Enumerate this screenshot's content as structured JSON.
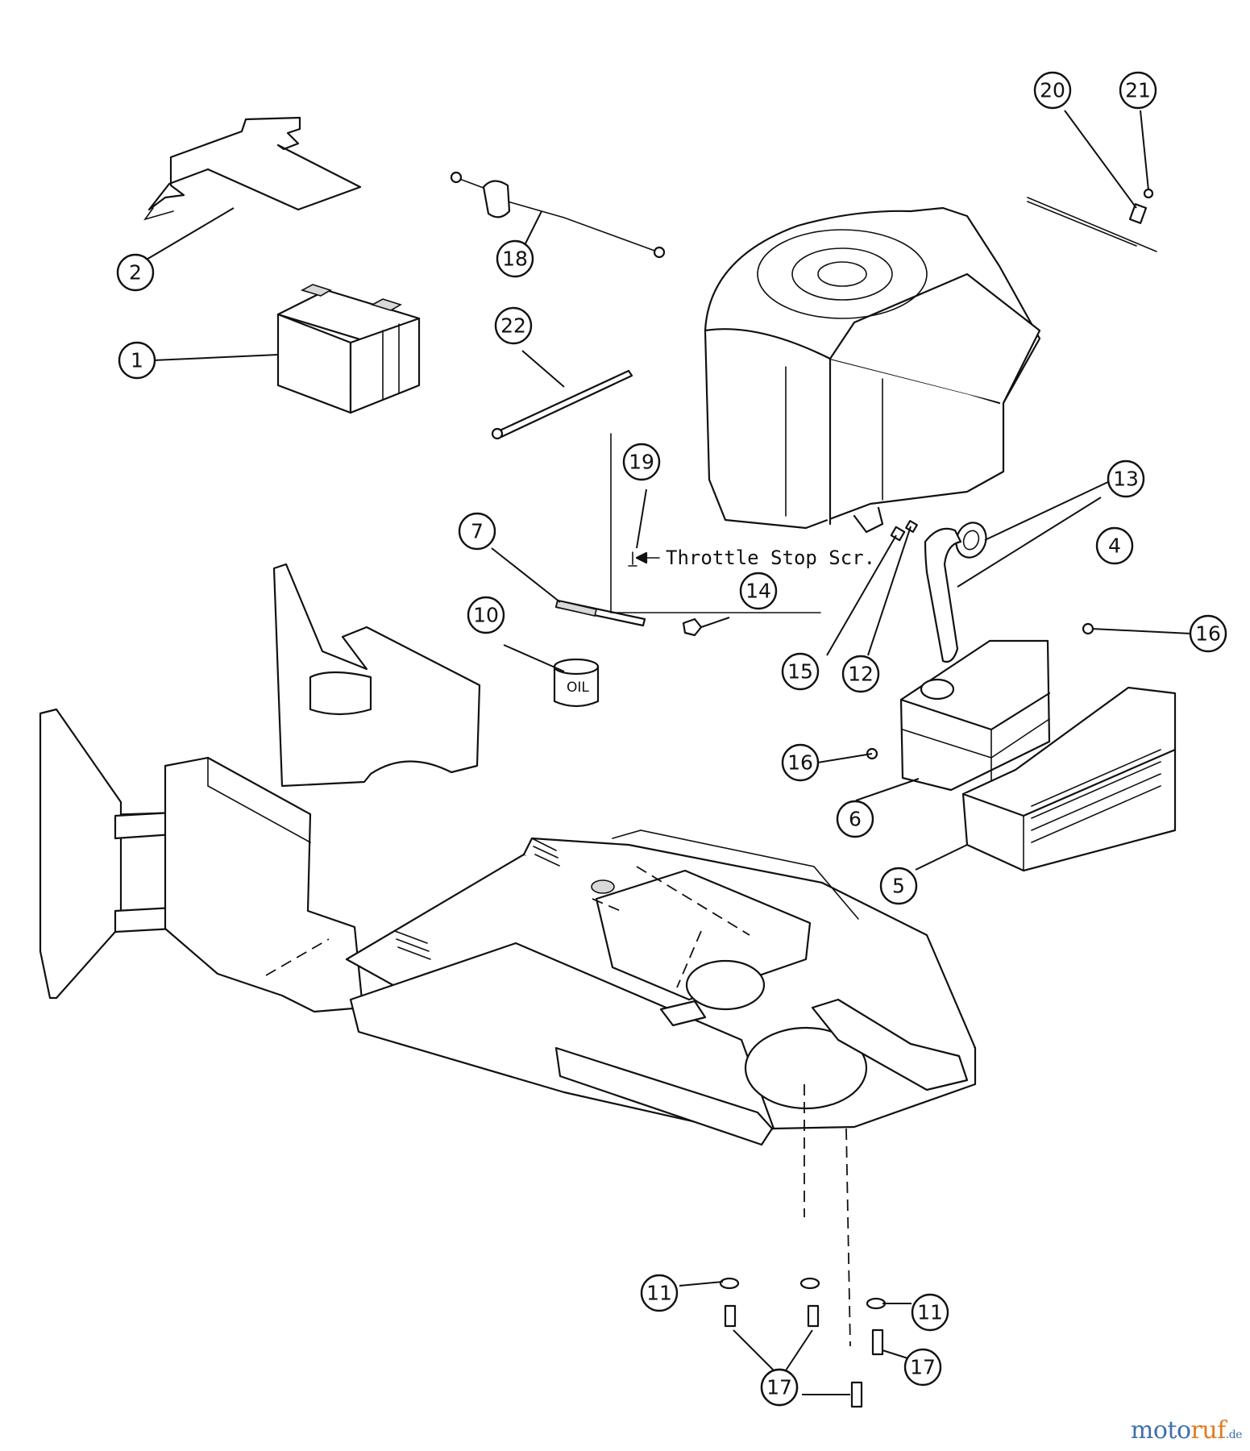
{
  "diagram": {
    "annotation_text": "Throttle Stop Scr.",
    "oil_text": "OIL",
    "callouts": [
      "1",
      "2",
      "4",
      "5",
      "6",
      "7",
      "10",
      "11",
      "11",
      "12",
      "13",
      "14",
      "15",
      "16",
      "16",
      "17",
      "17",
      "17",
      "18",
      "19",
      "20",
      "21",
      "22"
    ]
  },
  "watermark": {
    "main": "moto",
    "accent": "ruf",
    "tld": ".de"
  }
}
